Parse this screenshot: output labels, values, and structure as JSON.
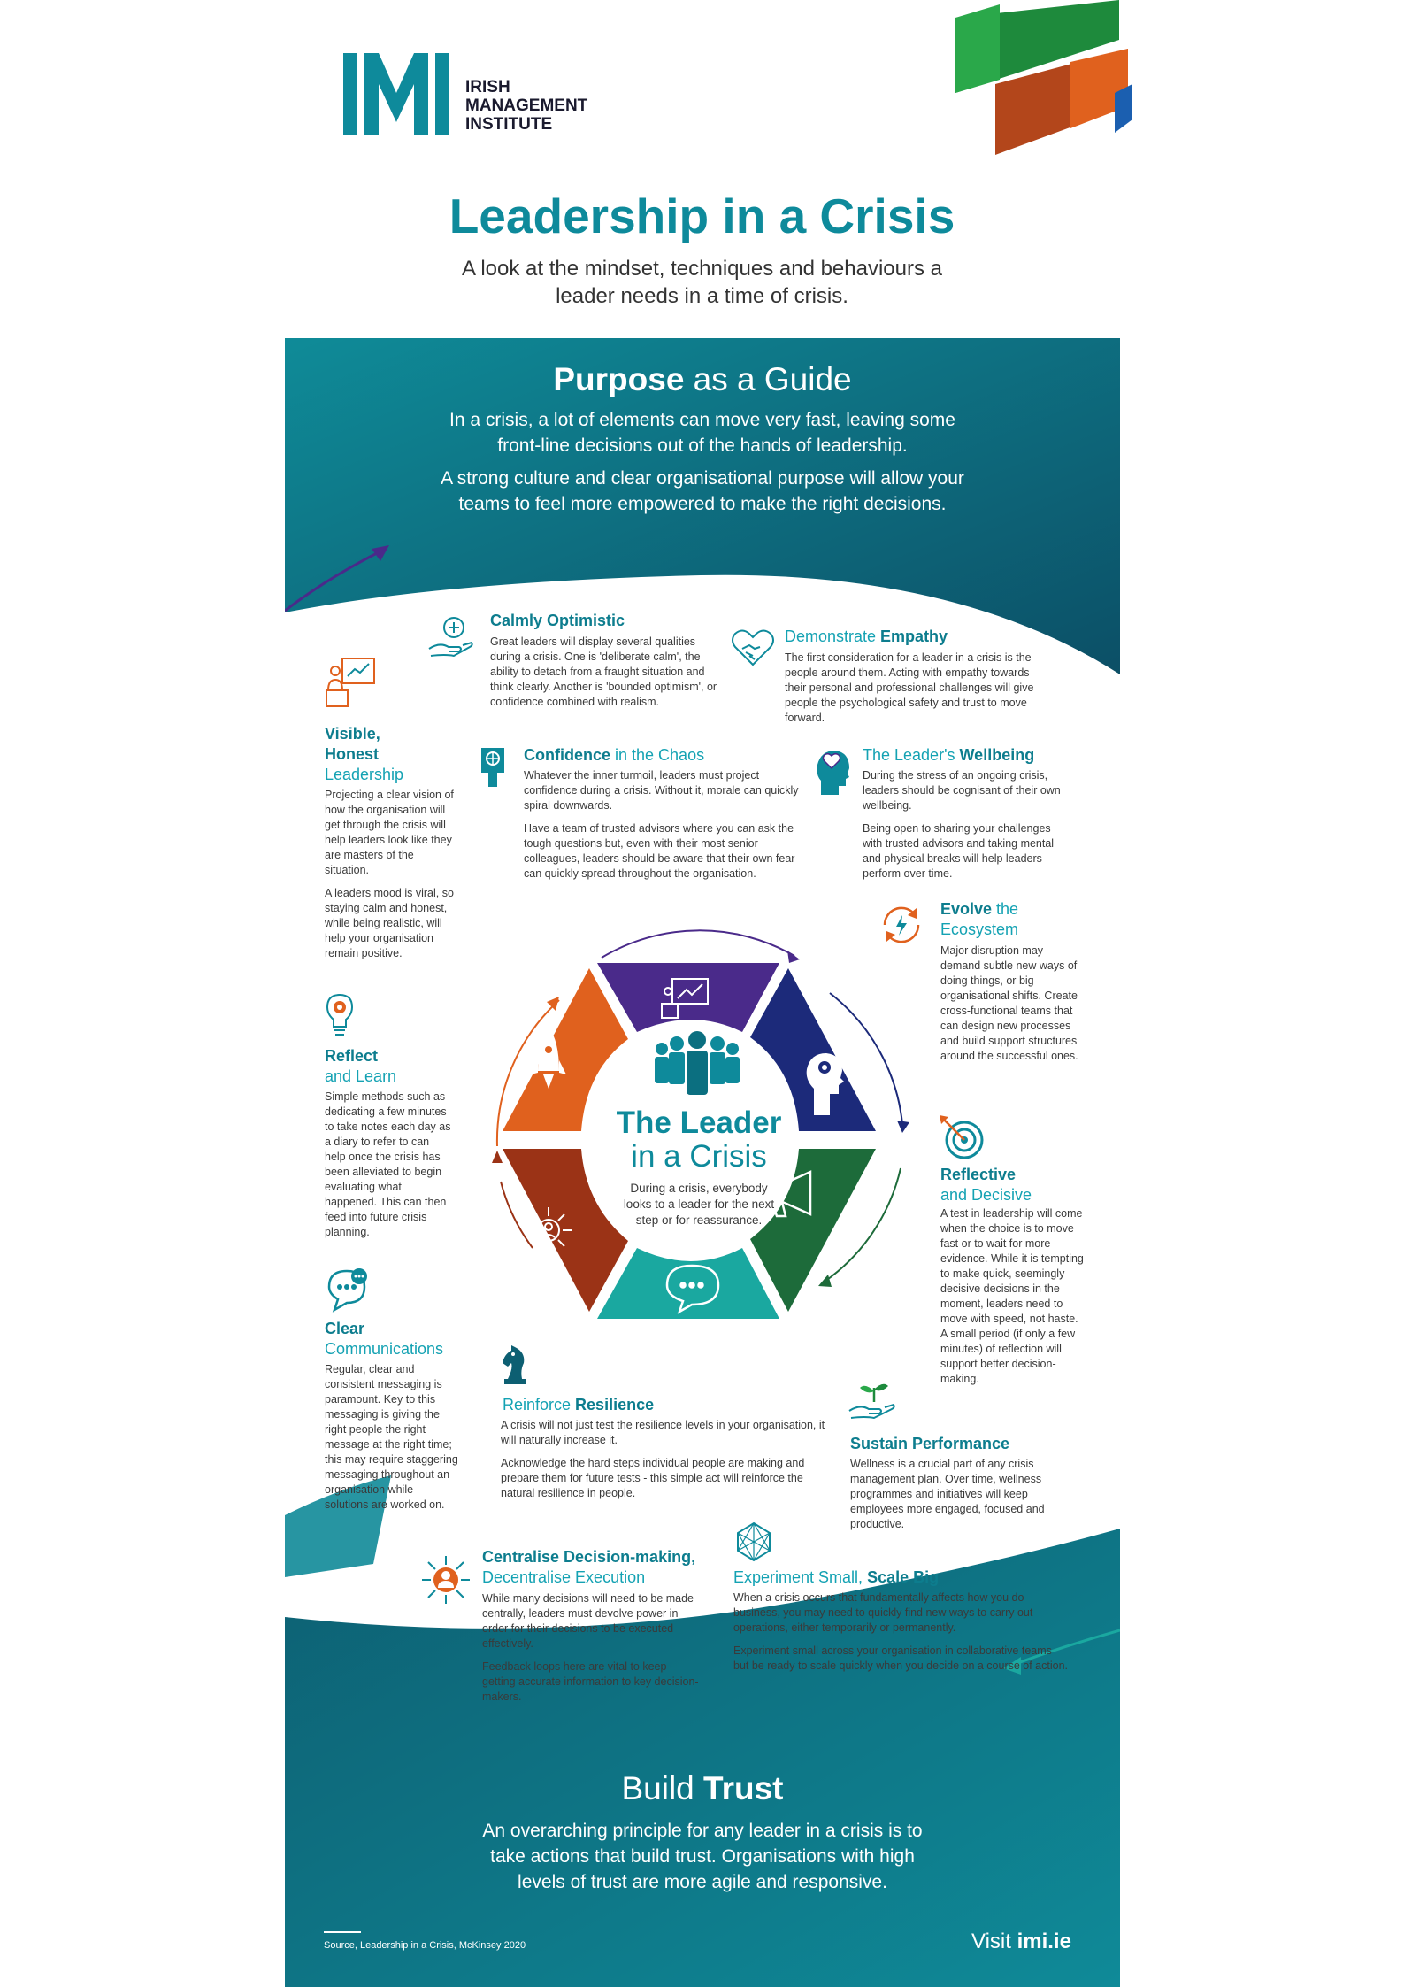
{
  "logo": {
    "mark": "IMI",
    "line1": "IRISH",
    "line2": "MANAGEMENT",
    "line3": "INSTITUTE"
  },
  "header": {
    "title": "Leadership in a Crisis",
    "subtitle_line1": "A look at the mindset, techniques and behaviours a",
    "subtitle_line2": "leader needs in a time of crisis."
  },
  "purpose": {
    "title_bold": "Purpose",
    "title_light": " as a Guide",
    "p1_line1": "In a crisis, a lot of elements can move very fast, leaving some",
    "p1_line2": "front-line decisions out of the hands of leadership.",
    "p2_line1": "A strong culture and clear organisational purpose will allow your",
    "p2_line2": "teams to feel more empowered to make the right decisions."
  },
  "sections": {
    "calmly": {
      "title": "Calmly Optimistic",
      "body": "Great leaders will display several qualities during a crisis. One is 'deliberate calm', the ability to detach from a fraught situation and think clearly. Another is 'bounded optimism', or confidence combined with realism."
    },
    "empathy": {
      "title_light": "Demonstrate ",
      "title_bold": "Empathy",
      "body": "The first consideration for a leader in a crisis is the people around them. Acting with empathy towards their personal and professional challenges will give people the psychological safety and trust to move forward."
    },
    "visible": {
      "line1": "Visible,",
      "line2": "Honest",
      "line3": "Leadership",
      "p1": "Projecting a clear vision of how the organisation will get through the crisis will help leaders look like they are masters of the situation.",
      "p2": "A leaders mood is viral, so staying calm and honest, while being realistic, will help your organisation remain positive."
    },
    "confidence": {
      "title_bold": "Confidence",
      "title_light": " in the Chaos",
      "p1": "Whatever the inner turmoil, leaders must project confidence during a crisis. Without it, morale can quickly spiral downwards.",
      "p2": "Have a team of trusted advisors where you can ask the tough questions but, even with their most senior colleagues, leaders should be aware that their own fear can quickly spread throughout the organisation."
    },
    "wellbeing": {
      "title_light": "The Leader's ",
      "title_bold": "Wellbeing",
      "p1": "During the stress of an ongoing crisis, leaders should be cognisant of their own wellbeing.",
      "p2": "Being open to sharing your challenges with trusted advisors and taking mental and physical breaks will help leaders perform over time."
    },
    "evolve": {
      "title_bold": "Evolve",
      "title_light": " the",
      "line2": "Ecosystem",
      "body": "Major disruption may demand subtle new ways of doing things, or big organisational shifts. Create cross-functional teams that can design new processes and build support structures around the successful ones."
    },
    "reflect": {
      "line1": "Reflect",
      "line2": "and Learn",
      "body": "Simple methods such as dedicating a few minutes to take notes each day as a diary to refer to can help once the crisis has been alleviated to begin evaluating what happened. This can then feed into future crisis planning."
    },
    "reflective": {
      "line1": "Reflective",
      "line2": "and Decisive",
      "body": "A test in leadership will come when the choice is to move fast or to wait for more evidence. While it is tempting to make quick, seemingly decisive decisions in the moment, leaders need to move with speed, not haste. A small period (if only a few minutes) of reflection will support better decision-making."
    },
    "clear": {
      "line1": "Clear",
      "line2": "Communications",
      "body": "Regular, clear and consistent messaging is paramount. Key to this messaging is giving the right people the right message at the right time; this may require staggering messaging throughout an organisation while solutions are worked on."
    },
    "resilience": {
      "title_light": "Reinforce ",
      "title_bold": "Resilience",
      "p1": "A crisis will not just test the resilience levels in your organisation, it will naturally increase it.",
      "p2": "Acknowledge the hard steps individual people are making and prepare them for future tests - this simple act will reinforce the natural resilience in people."
    },
    "sustain": {
      "title": "Sustain Performance",
      "body": "Wellness is a crucial part of any crisis management plan. Over time, wellness programmes and initiatives will keep employees more engaged, focused and productive."
    },
    "centralise": {
      "title_bold": "Centralise Decision-making,",
      "title_light": "Decentralise Execution",
      "p1": "While many decisions will need to be made centrally, leaders must devolve power in order for their decisions to be executed effectively.",
      "p2": "Feedback loops here are vital to keep getting accurate information to key decision-makers."
    },
    "experiment": {
      "title_light": "Experiment Small, ",
      "title_bold": "Scale Big",
      "p1": "When a crisis occurs that fundamentally affects how you do business, you may need to quickly find new ways to carry out operations, either temporarily or permanently.",
      "p2": "Experiment small across your organisation in collaborative teams but be ready to scale quickly when you decide on a course of action."
    }
  },
  "center": {
    "title1": "The Leader",
    "title2": "in a Crisis",
    "body_line1": "During a crisis, everybody",
    "body_line2": "looks to a leader for the next",
    "body_line3": "step or for reassurance."
  },
  "trust": {
    "title_light": "Build ",
    "title_bold": "Trust",
    "line1": "An overarching principle for any leader in a crisis is to",
    "line2": "take actions that build trust. Organisations with high",
    "line3": "levels of trust are more agile and responsive."
  },
  "footer": {
    "source": "Source, Leadership in a Crisis, McKinsey 2020",
    "visit_light": "Visit ",
    "visit_bold": "imi.ie"
  },
  "colors": {
    "teal": "#0e8a9b",
    "dark_teal": "#0d5f72",
    "purple": "#4a2a8a",
    "navy": "#1c2a7a",
    "green": "#1d6b3a",
    "teal_segment": "#1aa8a0",
    "rust": "#9b3316",
    "orange": "#e0611e"
  }
}
